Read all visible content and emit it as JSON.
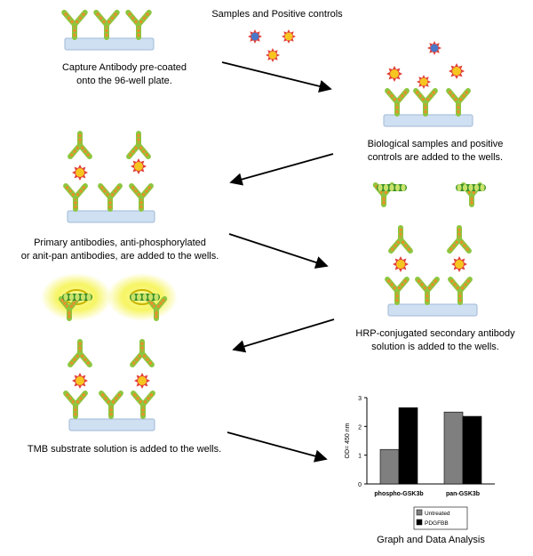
{
  "samples_title": "Samples and Positive controls",
  "steps": [
    {
      "id": "capture",
      "lines": [
        "Capture Antibody pre-coated",
        "onto the 96-well plate."
      ]
    },
    {
      "id": "samples",
      "lines": [
        "Biological samples and positive",
        "controls are added to the wells."
      ]
    },
    {
      "id": "primary",
      "lines": [
        "Primary antibodies, anti-phosphorylated",
        "or anit-pan antibodies, are added to the wells."
      ]
    },
    {
      "id": "hrp",
      "lines": [
        "HRP-conjugated secondary antibody",
        "solution is added to the wells."
      ]
    },
    {
      "id": "tmb",
      "lines": [
        "TMB substrate solution is added to the wells."
      ]
    },
    {
      "id": "graph",
      "lines": [
        "Graph and Data Analysis"
      ]
    }
  ],
  "colors": {
    "plate": "#cfe0f2",
    "plate_border": "#9fb9d6",
    "antibody_green": "#8cc63f",
    "antibody_orange": "#e8902a",
    "sun": "#f7c520",
    "sun_core": "#f0a010",
    "spike_red": "#e0403a",
    "blue_star": "#4a78c8",
    "glow": "#f5f34a",
    "bar_untreated": "#7f7f7f",
    "bar_pdgfbb": "#000000",
    "arrow": "#000000"
  },
  "chart_data": {
    "type": "bar",
    "ylabel": "OD= 450 nm",
    "ylim": [
      0,
      3
    ],
    "yticks": [
      0,
      1,
      2,
      3
    ],
    "categories": [
      "phospho-GSK3b",
      "pan-GSK3b"
    ],
    "series": [
      {
        "name": "Untreated",
        "values": [
          1.2,
          2.5
        ],
        "color": "#7f7f7f"
      },
      {
        "name": "PDGFBB",
        "values": [
          2.65,
          2.35
        ],
        "color": "#000000"
      }
    ]
  }
}
